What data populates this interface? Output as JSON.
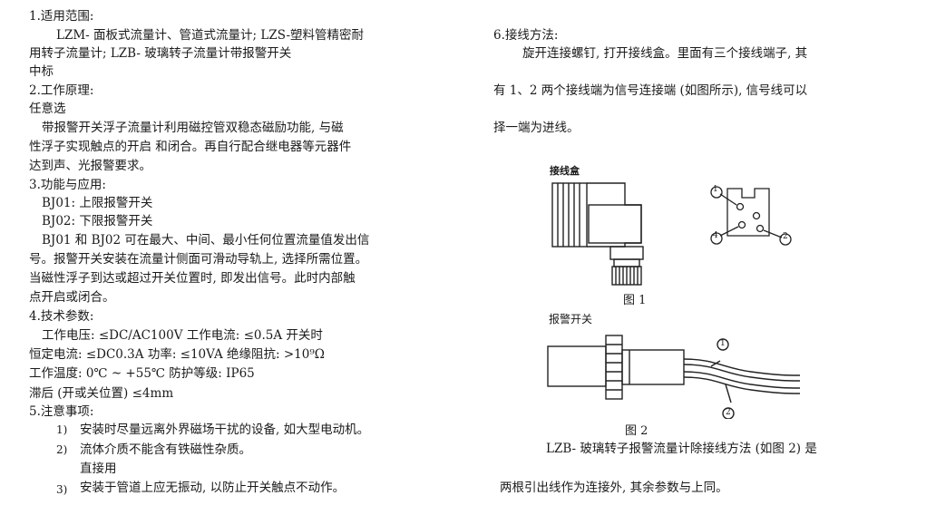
{
  "left": {
    "s1_head": "1.适用范围:",
    "s1_l1": "LZM- 面板式流量计、管道式流量计; LZS-塑料管精密耐",
    "s1_l2": "用转子流量计; LZB- 玻璃转子流量计带报警开关",
    "s1_l3": "中标",
    "s2_head": "2.工作原理:",
    "s2_l1": "任意选",
    "s2_l2": "带报警开关浮子流量计利用磁控管双稳态磁励功能, 与磁",
    "s2_l3": "性浮子实现触点的开启 和闭合。再自行配合继电器等元器件",
    "s2_l4": "达到声、光报警要求。",
    "s3_head": "3.功能与应用:",
    "s3_l1": "BJ01: 上限报警开关",
    "s3_l2": "BJ02: 下限报警开关",
    "s3_l3": "BJ01 和 BJ02 可在最大、中间、最小任何位置流量值发出信",
    "s3_l4": "号。报警开关安装在流量计侧面可滑动导轨上, 选择所需位置。",
    "s3_l5": "当磁性浮子到达或超过开关位置时, 即发出信号。此时内部触",
    "s3_l6": "点开启或闭合。",
    "s4_head": "4.技术参数:",
    "s4_l1": "工作电压: ≤DC/AC100V      工作电流: ≤0.5A      开关时",
    "s4_l2": "恒定电流: ≤DC0.3A  功率: ≤10VA      绝缘阻抗: >10⁹Ω",
    "s4_l3": "工作温度: 0℃ ~ +55℃     防护等级: IP65",
    "s4_l4": "滞后 (开或关位置) ≤4mm",
    "s5_head": "5.注意事项:",
    "s5_n1": "1)",
    "s5_l1": "安装时尽量远离外界磁场干扰的设备, 如大型电动机。",
    "s5_n2": "2)",
    "s5_l2": "流体介质不能含有铁磁性杂质。",
    "s5_l3": "直接用",
    "s5_n3": "3)",
    "s5_l4": "安装于管道上应无振动, 以防止开关触点不动作。"
  },
  "right": {
    "s6_head": "6.接线方法:",
    "s6_l1": "旋开连接螺钉, 打开接线盒。里面有三个接线端子, 其",
    "s6_l2": "有 1、2 两个接线端为信号连接端 (如图所示), 信号线可以",
    "s6_l3": "择一端为进线。",
    "fig1_box_label": "接线盒",
    "fig1_caption": "图  1",
    "fig1_t1": "1",
    "fig1_t2": "2",
    "fig1_t4": "4",
    "fig2_label": "报警开关",
    "fig2_caption": "图  2",
    "fig2_w1": "1",
    "fig2_w2": "2",
    "p_l1": "LZB- 玻璃转子报警流量计除接线方法 (如图 2) 是",
    "p_l2": "两根引出线作为连接外, 其余参数与上同。"
  }
}
